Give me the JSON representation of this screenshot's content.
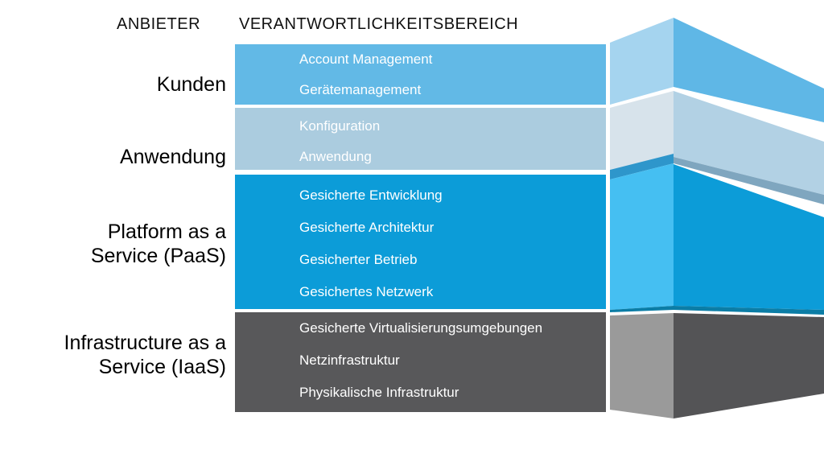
{
  "header": {
    "col1": "ANBIETER",
    "col2": "VERANTWORTLICHKEITSBEREICH"
  },
  "rows": [
    {
      "provider_lines": [
        "Kunden"
      ],
      "items": [
        "Account Management",
        "Gerätemanagement"
      ]
    },
    {
      "provider_lines": [
        "Anwendung"
      ],
      "items": [
        "Konfiguration",
        "Anwendung"
      ]
    },
    {
      "provider_lines": [
        "Platform as a",
        "Service (PaaS)"
      ],
      "items": [
        "Gesicherte Entwicklung",
        "Gesicherte Architektur",
        "Gesicherter Betrieb",
        "Gesichertes Netzwerk"
      ]
    },
    {
      "provider_lines": [
        "Infrastructure as a",
        "Service (IaaS)"
      ],
      "items": [
        "Gesicherte Virtualisierungsumgebungen",
        "Netzinfrastruktur",
        "Physikalische Infrastruktur"
      ]
    }
  ],
  "colors": {
    "background": "#FFFFFF",
    "text_dark": "#111111",
    "text_light": "#FFFFFF",
    "bar1": "#62B9E6",
    "bar1_pillar": "#A5D4EF",
    "bar1_side": "#5FB7E6",
    "bar2": "#ABCCDF",
    "bar2_pillar": "#D7E3EB",
    "bar2_side": "#B2D1E4",
    "bar2_underside": "#2E96CB",
    "bar2_side_shadow": "#7FA6BF",
    "bar3": "#0C9CD8",
    "bar3_pillar": "#45BFF2",
    "bar3_side": "#0C9CD8",
    "bar3_underside": "#0B7DA6",
    "bar4": "#58585A",
    "bar4_pillar": "#9A9A9A",
    "bar4_side": "#545456"
  }
}
